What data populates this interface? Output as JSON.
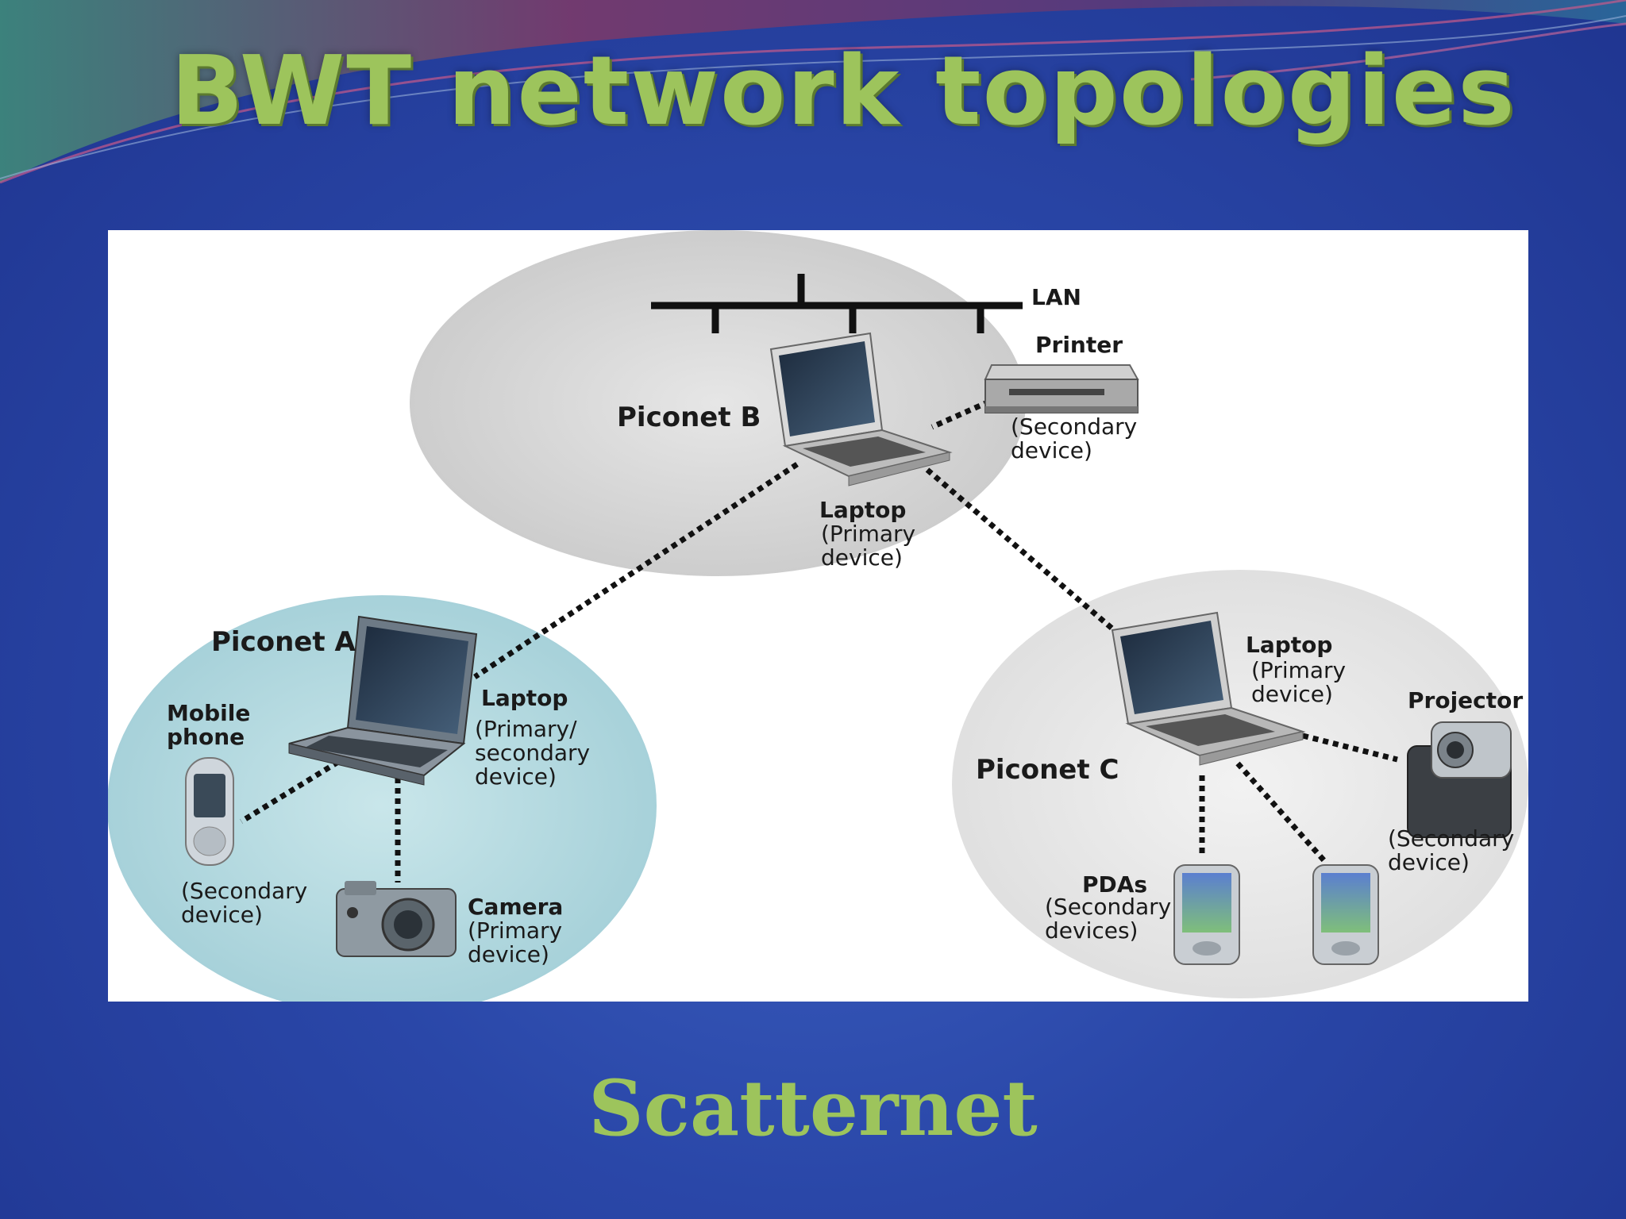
{
  "slide": {
    "title": "BWT network topologies",
    "caption": "Scatternet"
  },
  "colors": {
    "background": "#2a47a8",
    "title": "#9dc45c",
    "piconet_a_fill": "#a9d4dc",
    "piconet_b_fill": "#d4d4d4",
    "piconet_c_fill": "#e4e4e4"
  },
  "diagram": {
    "lan_label": "LAN",
    "piconet_a": {
      "name": "Piconet A",
      "laptop": {
        "title": "Laptop",
        "line1": "(Primary/",
        "line2": "secondary",
        "line3": "device)"
      },
      "mobile_phone": {
        "title1": "Mobile",
        "title2": "phone",
        "line1": "(Secondary",
        "line2": "device)"
      },
      "camera": {
        "title": "Camera",
        "line1": "(Primary",
        "line2": "device)"
      }
    },
    "piconet_b": {
      "name": "Piconet B",
      "laptop": {
        "title": "Laptop",
        "line1": "(Primary",
        "line2": "device)"
      },
      "printer": {
        "title": "Printer",
        "line1": "(Secondary",
        "line2": "device)"
      }
    },
    "piconet_c": {
      "name": "Piconet C",
      "laptop": {
        "title": "Laptop",
        "line1": "(Primary",
        "line2": "device)"
      },
      "projector": {
        "title": "Projector",
        "line1": "(Secondary",
        "line2": "device)"
      },
      "pdas": {
        "title": "PDAs",
        "line1": "(Secondary",
        "line2": "devices)"
      }
    }
  }
}
